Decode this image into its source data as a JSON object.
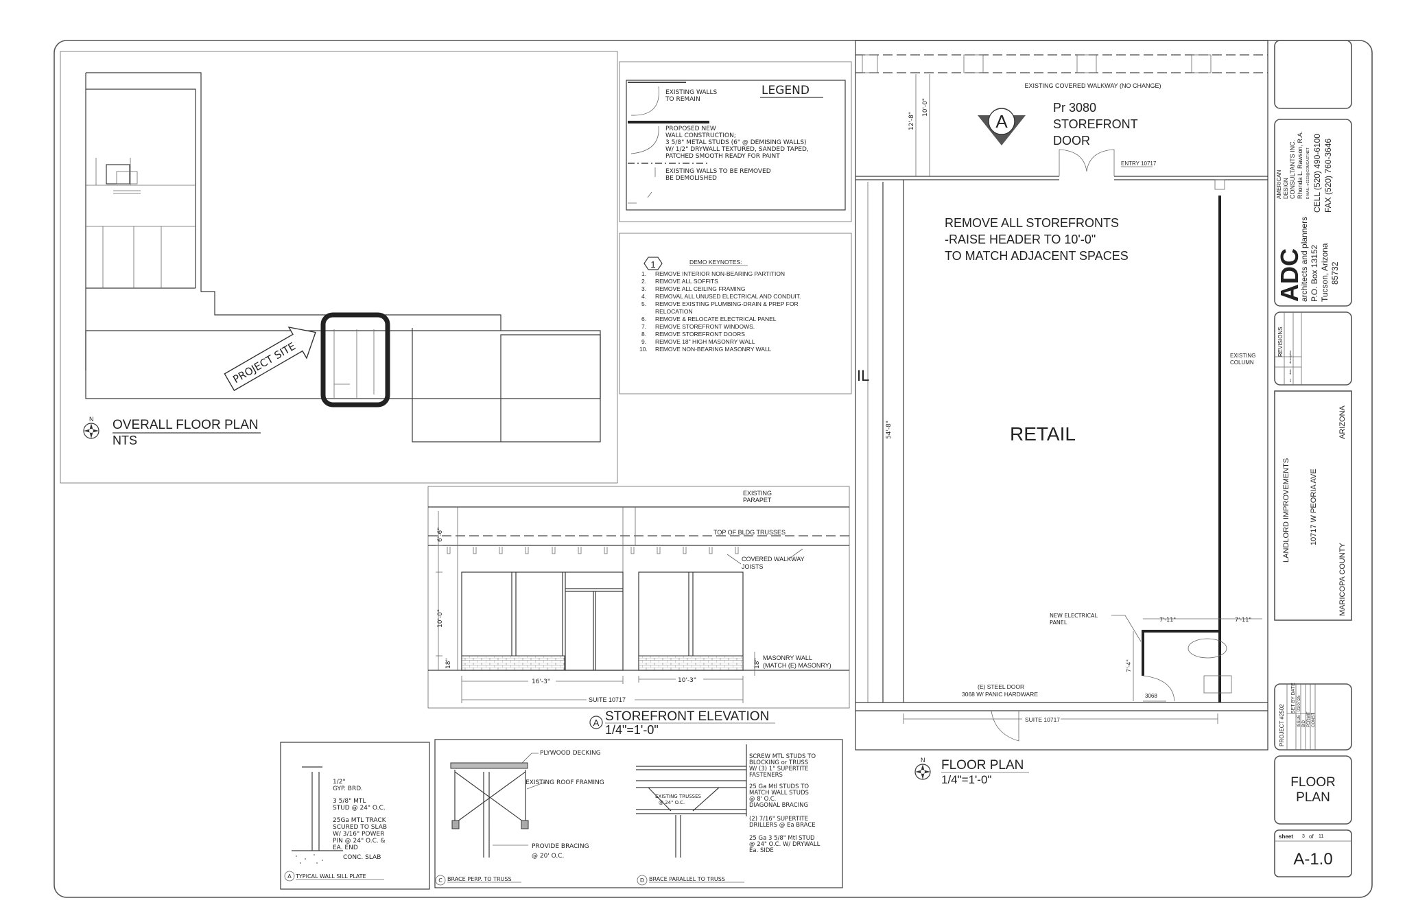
{
  "overall_plan": {
    "title": "OVERALL FLOOR PLAN",
    "scale": "NTS",
    "north": "N",
    "project_site_label": "PROJECT SITE"
  },
  "legend": {
    "title": "LEGEND",
    "existing_1": "EXISTING WALLS",
    "existing_2": "TO REMAIN",
    "proposed_1": "PROPOSED NEW",
    "proposed_2": "WALL CONSTRUCTION;",
    "proposed_3": "3 5/8\" METAL STUDS (6\" @ DEMISING WALLS)",
    "proposed_4": "W/ 1/2\" DRYWALL TEXTURED, SANDED TAPED,",
    "proposed_5": "PATCHED SMOOTH READY FOR PAINT",
    "removed_1": "EXISTING WALLS TO BE REMOVED",
    "removed_2": "BE DEMOLISHED"
  },
  "keynotes": {
    "marker": "1",
    "title": "DEMO KEYNOTES:",
    "items": [
      {
        "n": "1.",
        "text": "REMOVE INTERIOR NON-BEARING PARTITION"
      },
      {
        "n": "2.",
        "text": "REMOVE ALL SOFFITS"
      },
      {
        "n": "3.",
        "text": "REMOVE ALL CEILING FRAMING"
      },
      {
        "n": "4.",
        "text": "REMOVAL ALL UNUSED ELECTRICAL AND CONDUIT."
      },
      {
        "n": "5.",
        "text": "REMOVE EXISTING PLUMBING-DRAIN & PREP FOR"
      },
      {
        "n": "",
        "text": "RELOCATION"
      },
      {
        "n": "6.",
        "text": "REMOVE & RELOCATE ELECTRICAL PANEL"
      },
      {
        "n": "7.",
        "text": "REMOVE STOREFRONT WINDOWS."
      },
      {
        "n": "8.",
        "text": "REMOVE STOREFRONT DOORS"
      },
      {
        "n": "9.",
        "text": "REMOVE 18\" HIGH MASONRY WALL"
      },
      {
        "n": "10.",
        "text": "REMOVE NON-BEARING MASONRY WALL"
      }
    ]
  },
  "elevation": {
    "marker": "A",
    "title": "STOREFRONT ELEVATION",
    "scale": "1/4\"=1'-0\"",
    "parapet_1": "EXISTING",
    "parapet_2": "PARAPET",
    "trusses": "TOP OF BLDG TRUSSES",
    "joists_1": "COVERED WALKWAY",
    "joists_2": "JOISTS",
    "masonry_1": "MASONRY WALL",
    "masonry_2": "(MATCH (E) MASONRY)",
    "dim_upper": "6'-6\"",
    "dim_storefront": "10'-0\"",
    "dim_base": "18\"",
    "dim_base_right": "18\"",
    "dim_left_width": "16'-3\"",
    "dim_right_width": "10'-3\"",
    "dim_suite": "SUITE 10717"
  },
  "details": {
    "a": {
      "marker": "A",
      "title": "TYPICAL WALL SILL PLATE",
      "gyp_1": "1/2\"",
      "gyp_2": "GYP. BRD.",
      "stud_1": "3 5/8\" MTL",
      "stud_2": "STUD @ 24\" O.C.",
      "track_1": "25Ga MTL TRACK",
      "track_2": "SCURED TO SLAB",
      "track_3": "W/ 3/16\" POWER",
      "track_4": "PIN @ 24\" O.C. &",
      "track_5": "EA. END",
      "slab": "CONC. SLAB"
    },
    "c": {
      "marker": "C",
      "title": "BRACE PERP. TO TRUSS",
      "decking": "PLYWOOD DECKING",
      "roof": "EXISTING  ROOF FRAMING",
      "bracing_1": "PROVIDE BRACING",
      "bracing_2": "@ 20' O.C."
    },
    "d": {
      "marker": "D",
      "title": "BRACE PARALLEL TO TRUSS",
      "trusses_1": "EXISTING TRUSSES",
      "trusses_2": "@ 24\" O.C.",
      "screw_1": "SCREW MTL STUDS TO",
      "screw_2": "BLOCKING or TRUSS",
      "screw_3": "W/ (3) 1\" SUPERTITE",
      "screw_4": "FASTENERS",
      "studs_1": "25 Ga Mtl STUDS TO",
      "studs_2": "MATCH WALL STUDS",
      "studs_3": "@ 8' O.C.",
      "studs_4": "DIAGONAL BRACING",
      "drill_1": "(2) 7/16\" SUPERTITE",
      "drill_2": "DRILLERS @ Ea BRACE",
      "stud_1": "25 Ga 3 5/8\" Mtl STUD",
      "stud_2": "@ 24\" O.C. W/ DRYWALL",
      "stud_3": "Ea. SIDE"
    }
  },
  "floor_plan": {
    "title": "FLOOR PLAN",
    "scale": "1/4\"=1'-0\"",
    "north": "N",
    "walkway": "EXISTING COVERED WALKWAY (NO CHANGE)",
    "section_marker": "A",
    "door_1": "Pr 3080",
    "door_2": "STOREFRONT",
    "door_3": "DOOR",
    "entry": "ENTRY 10717",
    "note_1": "REMOVE ALL STOREFRONTS",
    "note_2": "-RAISE HEADER TO 10'-0\"",
    "note_3": "TO MATCH ADJACENT SPACES",
    "side_label": "IL",
    "room": "RETAIL",
    "column_1": "EXISTING",
    "column_2": "COLUMN",
    "dim_walkway": "12'-8\"",
    "dim_walkway_inner": "10'-0\"",
    "dim_depth": "54'-8\"",
    "panel_1": "NEW ELECTRICAL",
    "panel_2": "PANEL",
    "dim_room_left": "7'-11\"",
    "dim_room_right": "7'-11\"",
    "dim_room_depth": "7'-4\"",
    "room_door": "3068",
    "steel_door_1": "(E) STEEL DOOR",
    "steel_door_2": "3068 W/ PANIC HARDWARE",
    "suite": "SUITE 10717"
  },
  "title_block": {
    "firm_logo": "ADC",
    "firm_1": "AMERICAN",
    "firm_2": "DESIGN",
    "firm_3": "CONSULTANTS  INC.",
    "firm_4": "Rhonda L. Rawson, R.A.",
    "firm_email": "E-MAIL: rr2233@COMCAST.NET",
    "firm_tag": "architects and planners",
    "po_box": "P.O. Box 13152",
    "city": "Tucson, Arizona",
    "zip": "85732",
    "cell": "CELL  (520) 490-6100",
    "fax": "FAX   (520) 760-3646",
    "revisions_title": "REVISIONS",
    "rev_no": "no.",
    "rev_date": "date",
    "rev_desc": "description",
    "project_title": "LANDLORD IMPROVEMENTS",
    "address": "10717 W PEORIA AVE",
    "county": "MARICOPA COUNTY",
    "state": "ARIZONA",
    "project_number": "PROJECT #2502",
    "set_header": "SET  BY DATE",
    "issue": "ISSUE",
    "issue_date": "01/07/25",
    "bid": "BID",
    "permit": "PERMIT",
    "const": "CONST",
    "sheet_title_1": "FLOOR",
    "sheet_title_2": "PLAN",
    "sheet_label": "sheet",
    "sheet_no": "3",
    "sheet_of": "of",
    "sheet_total": "11",
    "sheet_id": "A-1.0"
  }
}
